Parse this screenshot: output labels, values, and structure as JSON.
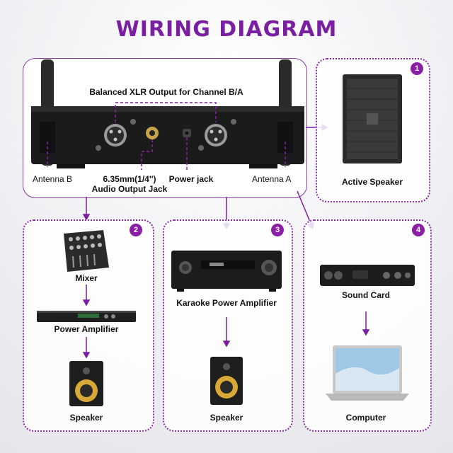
{
  "title": "WIRING DIAGRAM",
  "receiver": {
    "xlr_label": "Balanced XLR Output for Channel B/A",
    "antenna_b": "Antenna B",
    "antenna_a": "Antenna A",
    "jack_label_line1": "6.35mm(1/4'')",
    "jack_label_line2": "Audio Output Jack",
    "power_jack": "Power jack"
  },
  "options": [
    {
      "number": "1",
      "devices": [
        "Active Speaker"
      ]
    },
    {
      "number": "2",
      "devices": [
        "Mixer",
        "Power Amplifier",
        "Speaker"
      ]
    },
    {
      "number": "3",
      "devices": [
        "Karaoke Power Amplifier",
        "Speaker"
      ]
    },
    {
      "number": "4",
      "devices": [
        "Sound Card",
        "Computer"
      ]
    }
  ],
  "colors": {
    "accent": "#8a1fa6",
    "title": "#7a1fa2"
  }
}
